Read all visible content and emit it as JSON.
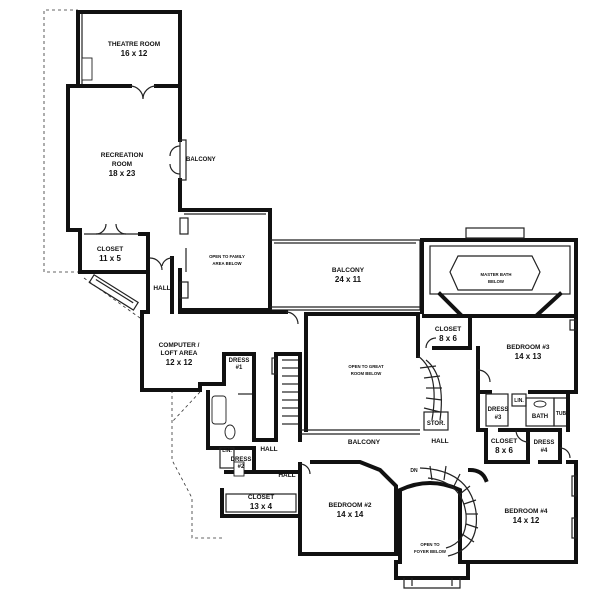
{
  "rooms": {
    "theatre": {
      "name": "THEATRE ROOM",
      "size": "16 x 12"
    },
    "recreation": {
      "line1": "RECREATION",
      "line2": "ROOM",
      "size": "18 x 23"
    },
    "balcony_top": {
      "name": "BALCONY"
    },
    "closet_left": {
      "name": "CLOSET",
      "size": "11 x 5"
    },
    "open_family": {
      "line1": "OPEN TO FAMILY",
      "line2": "AREA BELOW"
    },
    "balcony_main": {
      "name": "BALCONY",
      "size": "24 x 11"
    },
    "master_bath": {
      "line1": "MASTER BATH",
      "line2": "BELOW"
    },
    "hall_left": {
      "name": "HALL"
    },
    "computer": {
      "line1": "COMPUTER /",
      "line2": "LOFT AREA",
      "size": "12 x 12"
    },
    "dress1": {
      "line1": "DRESS",
      "line2": "#1"
    },
    "dress2": {
      "line1": "DRESS",
      "line2": "#2"
    },
    "closet_mid": {
      "name": "CLOSET",
      "size": "8 x 6"
    },
    "bedroom3": {
      "name": "BEDROOM #3",
      "size": "14 x 13"
    },
    "open_great": {
      "line1": "OPEN TO GREAT",
      "line2": "ROOM BELOW"
    },
    "lin_right": {
      "name": "LIN."
    },
    "dress3": {
      "line1": "DRESS",
      "line2": "#3"
    },
    "bath": {
      "name": "BATH"
    },
    "tub": {
      "name": "TUB"
    },
    "stor": {
      "name": "STOR."
    },
    "balcony_lower": {
      "name": "BALCONY"
    },
    "hall_center": {
      "name": "HALL"
    },
    "closet_lower": {
      "name": "CLOSET",
      "size": "8 x 6"
    },
    "dress4": {
      "line1": "DRESS",
      "line2": "#4"
    },
    "lin_left": {
      "name": "LIN."
    },
    "hall_a": {
      "name": "HALL"
    },
    "hall_b": {
      "name": "HALL"
    },
    "closet_bottom": {
      "name": "CLOSET",
      "size": "13 x 4"
    },
    "bedroom2": {
      "name": "BEDROOM #2",
      "size": "14 x 14"
    },
    "bedroom4": {
      "name": "BEDROOM #4",
      "size": "14 x 12"
    },
    "open_foyer": {
      "line1": "OPEN TO",
      "line2": "FOYER BELOW"
    },
    "dn": {
      "name": "DN"
    }
  }
}
